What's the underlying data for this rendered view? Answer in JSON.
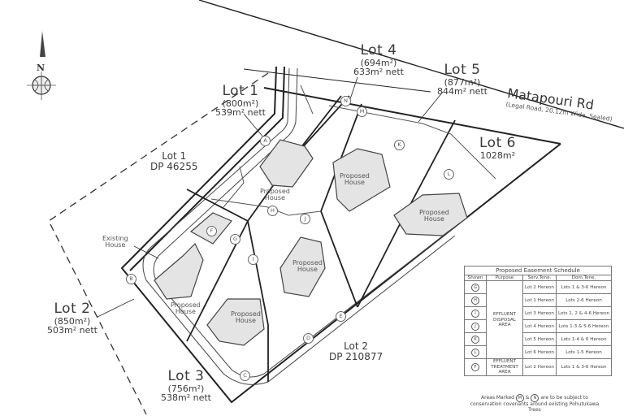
{
  "road": {
    "name": "Matapouri Rd",
    "subtitle": "(Legal Road, 20.12m Wide, Sealed)"
  },
  "compass": {
    "label": "N",
    "icon": "north-arrow-globe-icon"
  },
  "lots": [
    {
      "name": "Lot 1",
      "gross": "(800m²)",
      "nett": "539m² nett"
    },
    {
      "name": "Lot 2",
      "gross": "(850m²)",
      "nett": "503m² nett"
    },
    {
      "name": "Lot 3",
      "gross": "(756m²)",
      "nett": "538m² nett"
    },
    {
      "name": "Lot 4",
      "gross": "(694m²)",
      "nett": "633m² nett"
    },
    {
      "name": "Lot 5",
      "gross": "(877m²)",
      "nett": "844m² nett"
    },
    {
      "name": "Lot 6",
      "gross": "1028m²",
      "nett": ""
    }
  ],
  "neighbours": [
    {
      "name": "Lot 1",
      "dp": "DP 46255"
    },
    {
      "name": "Lot 2",
      "dp": "DP 210877"
    }
  ],
  "labels": {
    "proposed_house": "Proposed House",
    "proposed": "Proposed",
    "house": "House",
    "existing": "Existing",
    "existing_house": "House"
  },
  "easement_markers": [
    "A",
    "B",
    "C",
    "D",
    "E",
    "F",
    "G",
    "H",
    "I",
    "J",
    "K",
    "L",
    "M",
    "N"
  ],
  "schedule": {
    "title": "Proposed Easement Schedule",
    "headers": [
      "Shown",
      "Purpose",
      "Serv.Tene.",
      "Dom.Tene."
    ],
    "purpose_effluent_disposal": "EFFLUENT DISPOSAL AREA",
    "purpose_effluent_treatment": "EFFLUENT TREATMENT AREA",
    "rows": [
      {
        "shown": "G",
        "serv": "Lot 2 Hereon",
        "dom": "Lots 1 & 3-6 Hereon"
      },
      {
        "shown": "H",
        "serv": "Lot 1 Hereon",
        "dom": "Lots 2-6 Hereon"
      },
      {
        "shown": "I",
        "serv": "Lot 3 Hereon",
        "dom": "Lots 1, 2 & 4-6 Hereon"
      },
      {
        "shown": "J",
        "serv": "Lot 4 Hereon",
        "dom": "Lots 1-3 & 5-6 Hereon"
      },
      {
        "shown": "K",
        "serv": "Lot 5 Hereon",
        "dom": "Lots 1-4 & 6 Hereon"
      },
      {
        "shown": "L",
        "serv": "Lot 6 Hereon",
        "dom": "Lots 1-5 Hereon"
      },
      {
        "shown": "F",
        "serv": "Lot 2 Hereon",
        "dom": "Lots 1 & 3-6 Hereon"
      }
    ],
    "note_pre": "Areas Marked",
    "note_m": "M",
    "note_amp": "&",
    "note_n": "N",
    "note_post": "are to be subject to conservation covenants around existing Pohutukawa Trees"
  }
}
